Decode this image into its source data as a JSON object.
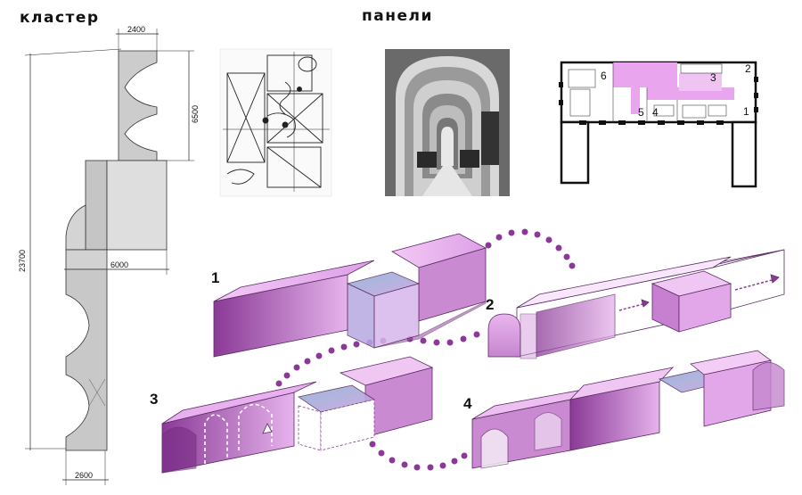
{
  "headings": {
    "cluster": "кластер",
    "panels": "панели"
  },
  "dimensions": {
    "top_width": "2400",
    "top_height": "6500",
    "total_height": "23700",
    "mid_width": "6000",
    "bottom_width": "2600"
  },
  "steps": [
    "1",
    "2",
    "3",
    "4"
  ],
  "plan_labels": [
    "6",
    "2",
    "3",
    "5",
    "4",
    "1"
  ],
  "colors": {
    "accent": "#b05cc0",
    "accent_light": "#e9b4ee",
    "accent_dark": "#7a2d86",
    "gray_fill": "#cfcfcf",
    "glass": "#7fa7c9"
  }
}
